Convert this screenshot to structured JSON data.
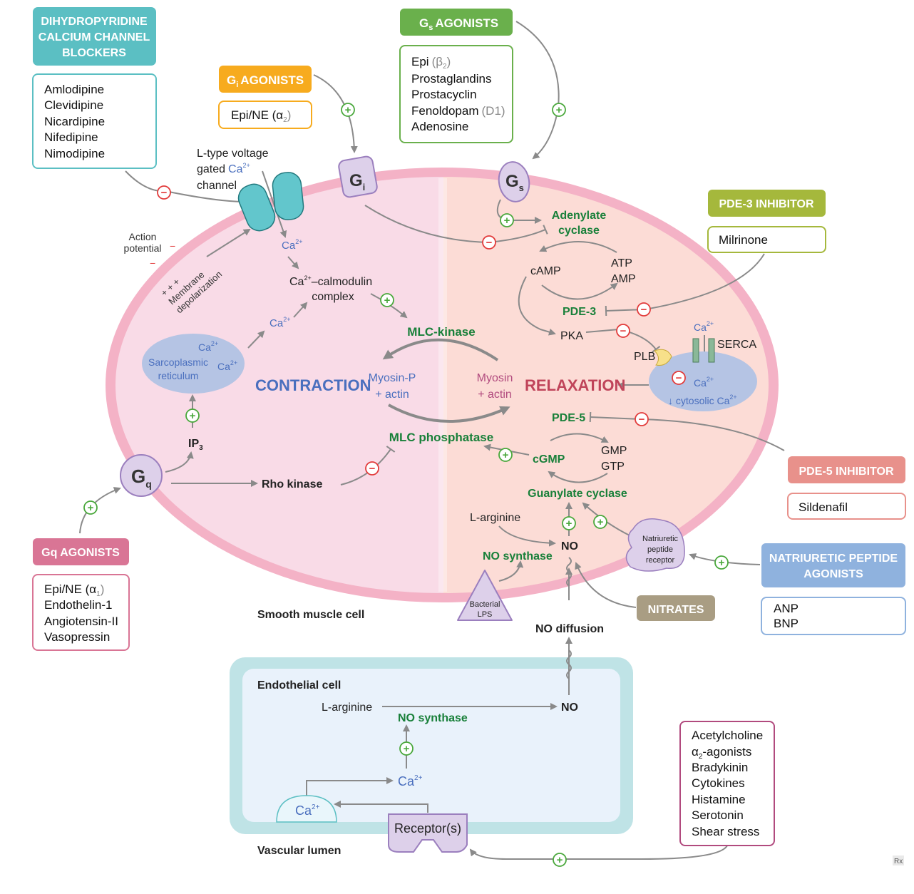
{
  "colors": {
    "teal": "#5bbfc3",
    "orange": "#f7ab1e",
    "green": "#6ab04c",
    "olive": "#a5b83c",
    "salmon": "#e8918b",
    "blue": "#8fb2de",
    "pink": "#d97595",
    "taupe": "#a99d83",
    "darkgreen": "#19803a",
    "cellblue": "#4a6fbe",
    "myosin": "#b14a7e",
    "relax": "#c0445a",
    "inhib": "#e23b3b",
    "stim": "#4aa83c"
  },
  "dhp": {
    "header": [
      "DIHYDROPYRIDINE",
      "CALCIUM CHANNEL",
      "BLOCKERS"
    ],
    "items": [
      "Amlodipine",
      "Clevidipine",
      "Nicardipine",
      "Nifedipine",
      "Nimodipine"
    ]
  },
  "gi_agonists": {
    "header": "AGONISTS",
    "sub": "i",
    "items": [
      "Epi/NE (α",
      "2",
      ")"
    ]
  },
  "gs_agonists": {
    "header": "AGONISTS",
    "sub": "s",
    "items": [
      "Epi",
      "(β",
      "2",
      ")",
      "Prostaglandins",
      "Prostacyclin",
      "Fenoldopam",
      "(D1)",
      "Adenosine"
    ]
  },
  "pde3_inhibitor": {
    "header": "PDE-3 INHIBITOR",
    "items": [
      "Milrinone"
    ]
  },
  "pde5_inhibitor": {
    "header": "PDE-5 INHIBITOR",
    "items": [
      "Sildenafil"
    ]
  },
  "np_agonists": {
    "header": [
      "NATRIURETIC PEPTIDE",
      "AGONISTS"
    ],
    "items": [
      "ANP",
      "BNP"
    ]
  },
  "gq_agonists": {
    "header": "Gq AGONISTS",
    "items": [
      "Epi/NE (α",
      "1",
      ")",
      "Endothelin-1",
      "Angiotensin-II",
      "Vasopressin"
    ]
  },
  "nitrates": "NITRATES",
  "endothelial_stimuli": [
    "Acetylcholine",
    "α",
    "2",
    "-agonists",
    "Bradykinin",
    "Cytokines",
    "Histamine",
    "Serotonin",
    "Shear stress"
  ],
  "cell": {
    "label": "Smooth muscle cell",
    "contraction": "CONTRACTION",
    "relaxation": "RELAXATION",
    "channel": [
      "L-type voltage",
      "gated",
      "Ca",
      "2+",
      "channel"
    ],
    "action_potential": [
      "Action",
      "potential"
    ],
    "membrane": [
      "+ + +",
      "Membrane",
      "depolarization"
    ],
    "ca": "Ca",
    "ca_sup": "2+",
    "ca_calmodulin": [
      "–calmodulin",
      "complex"
    ],
    "sr": [
      "Sarcoplasmic",
      "reticulum"
    ],
    "ip3": "IP",
    "ip3_sub": "3",
    "gq": "G",
    "gq_sub": "q",
    "gi": "G",
    "gi_sub": "i",
    "gs": "G",
    "gs_sub": "s",
    "rho_kinase": "Rho kinase",
    "mlc_kinase": "MLC-kinase",
    "mlc_phosphatase": "MLC phosphatase",
    "myosin_p": [
      "Myosin-P",
      "+ actin"
    ],
    "myosin": [
      "Myosin",
      "+ actin"
    ],
    "adenylate_cyclase": [
      "Adenylate",
      "cyclase"
    ],
    "camp": "cAMP",
    "atp": "ATP",
    "amp": "AMP",
    "pde3": "PDE-3",
    "pka": "PKA",
    "plb": "PLB",
    "serca": "SERCA",
    "cytosolic": "↓ cytosolic Ca",
    "pde5": "PDE-5",
    "cgmp": "cGMP",
    "gmp": "GMP",
    "gtp": "GTP",
    "guanylate_cyclase": "Guanylate cyclase",
    "l_arginine": "L-arginine",
    "no": "NO",
    "no_synthase": "NO synthase",
    "npr": [
      "Natriuretic",
      "peptide",
      "receptor"
    ],
    "lps": [
      "Bacterial",
      "LPS"
    ],
    "no_diffusion": "NO diffusion"
  },
  "endothelium": {
    "label": "Endothelial cell",
    "l_arginine": "L-arginine",
    "no_synthase": "NO synthase",
    "no": "NO",
    "ca": "Ca",
    "ca_sup": "2+",
    "receptor": "Receptor(s)",
    "lumen": "Vascular lumen"
  },
  "signs": {
    "plus": "+",
    "minus": "−"
  },
  "rx": "Rx"
}
